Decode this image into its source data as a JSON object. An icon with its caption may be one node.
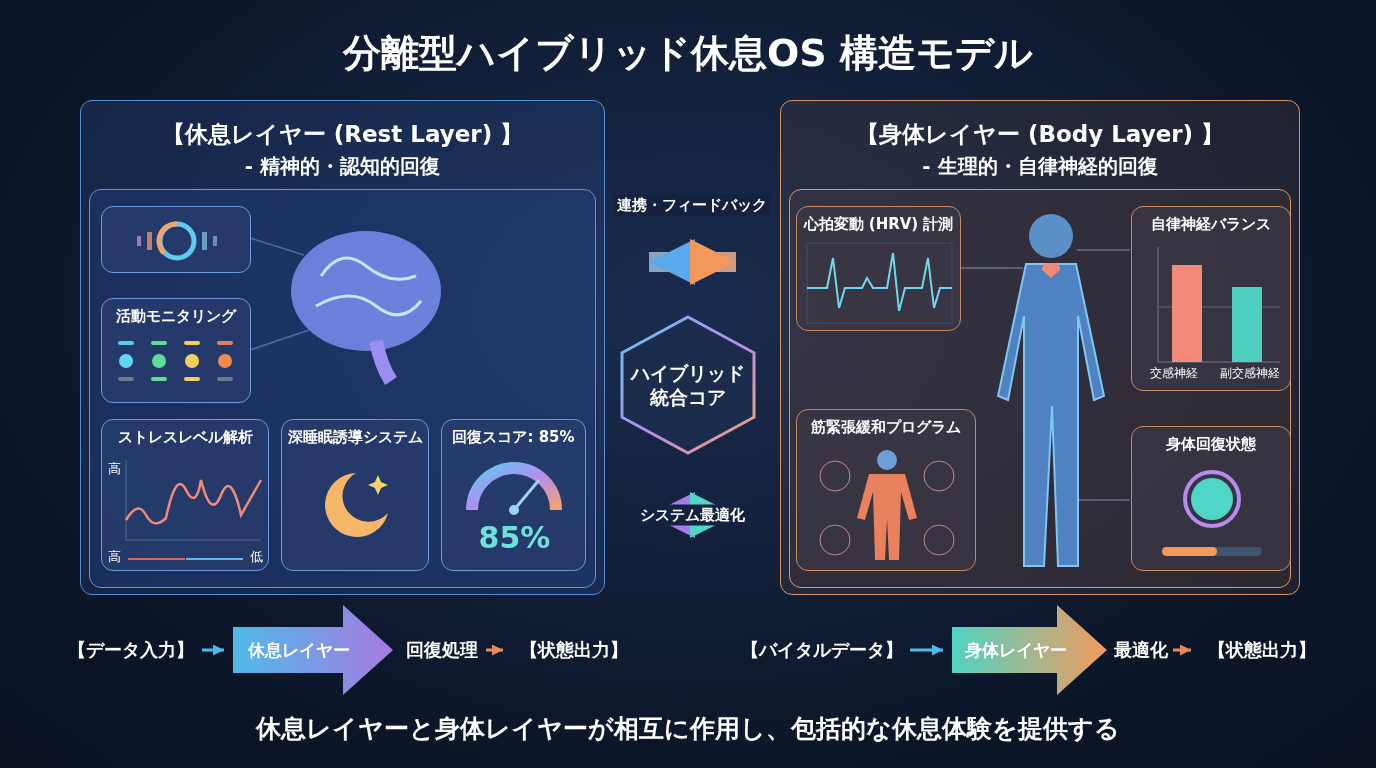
{
  "diagram": {
    "title": "分離型ハイブリッド休息OS 構造モデル",
    "caption": "休息レイヤーと身体レイヤーが相互に作用し、包括的な休息体験を提供する",
    "nodes": [
      {
        "text": [
          "【休息レイヤー (Rest Layer) 】",
          "- 精神的・認知的回復"
        ]
      },
      {
        "text": [],
        "shape": "box",
        "in": 0
      },
      {
        "text": [],
        "shape": "picture",
        "in": 0
      },
      {
        "text": [
          "活動モニタリング"
        ],
        "in": 0
      },
      {
        "text": [
          "ストレスレベル解析",
          "高",
          "高",
          "低"
        ],
        "in": 0
      },
      {
        "text": [
          "深睡眠誘導システム"
        ],
        "in": 0
      },
      {
        "text": [
          "回復スコア: 85%",
          "85%"
        ],
        "in": 0
      },
      {
        "text": [
          "【身体レイヤー (Body Layer) 】",
          "- 生理的・自律神経的回復"
        ]
      },
      {
        "text": [
          "心拍変動 (HRV) 計測"
        ],
        "in": 7
      },
      {
        "text": [],
        "shape": "picture",
        "in": 7
      },
      {
        "text": [
          "自律神経バランス",
          "交感神経",
          "副交感神経"
        ],
        "in": 7
      },
      {
        "text": [
          "筋緊張緩和プログラム"
        ],
        "in": 7
      },
      {
        "text": [
          "身体回復状態"
        ],
        "in": 7
      },
      {
        "text": [
          "ハイブリッド統合コア"
        ]
      },
      {
        "text": [
          "【データ入力】"
        ]
      },
      {
        "text": [
          "休息レイヤー"
        ]
      },
      {
        "text": [
          "回復処理"
        ]
      },
      {
        "text": [
          "【状態出力】"
        ]
      },
      {
        "text": [
          "【バイタルデータ】"
        ]
      },
      {
        "text": [
          "身体レイヤー"
        ]
      },
      {
        "text": [
          "最適化"
        ]
      },
      {
        "text": [
          "【状態出力】"
        ]
      }
    ],
    "edges": [
      {
        "from": 0,
        "to": 7,
        "arrow": "both",
        "label": "連携・フィードバック",
        "style": "thick"
      },
      {
        "from": 0,
        "to": 7,
        "arrow": "both",
        "label": "システム最適化",
        "style": "thick"
      },
      {
        "from": 1,
        "to": 2,
        "arrow": "none"
      },
      {
        "from": 3,
        "to": 2,
        "arrow": "none"
      },
      {
        "from": 8,
        "to": 9,
        "arrow": "none"
      },
      {
        "from": 10,
        "to": 9,
        "arrow": "none"
      },
      {
        "from": 12,
        "to": 9,
        "arrow": "none"
      },
      {
        "from": 14,
        "to": 15,
        "arrow": "to"
      },
      {
        "from": 16,
        "to": 17,
        "arrow": "to",
        "color": "#e8895a"
      },
      {
        "from": 18,
        "to": 19,
        "arrow": "to"
      },
      {
        "from": 20,
        "to": 21,
        "arrow": "to",
        "color": "#e8895a"
      }
    ]
  }
}
